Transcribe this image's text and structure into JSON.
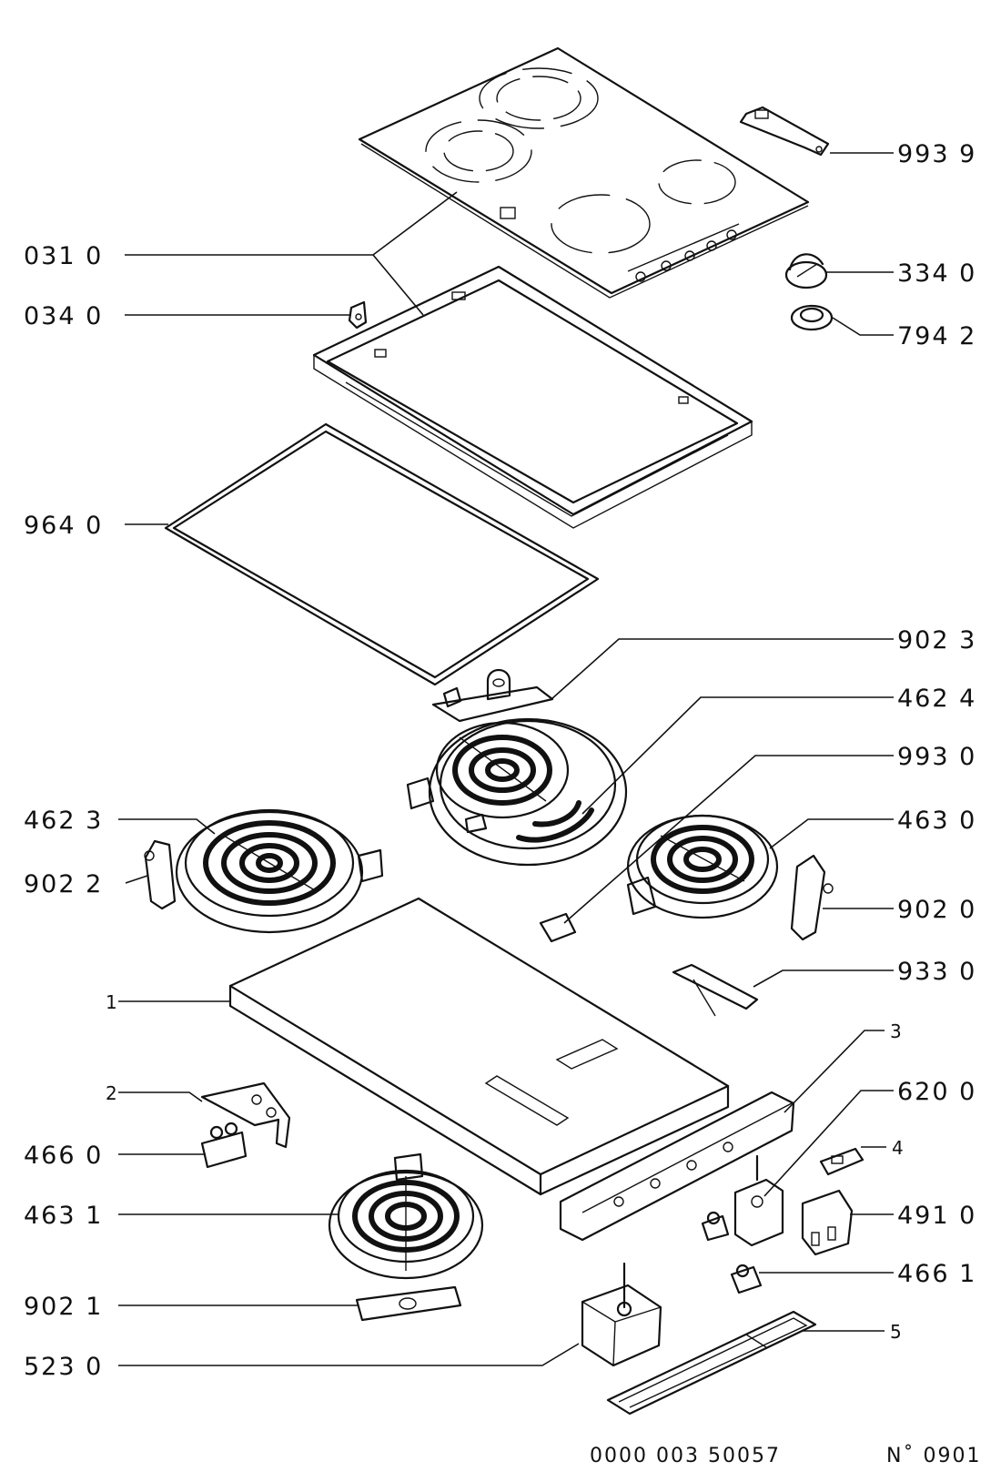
{
  "labels": {
    "l_9939": "993  9",
    "l_3340": "334  0",
    "l_7942": "794  2",
    "l_0310": "031  0",
    "l_0340": "034  0",
    "l_9640": "964  0",
    "l_9023": "902  3",
    "l_4624": "462  4",
    "l_9930": "993  0",
    "l_4623": "462  3",
    "l_4630": "463  0",
    "l_9022": "902  2",
    "l_9020": "902  0",
    "l_9330": "933  0",
    "l_1": "1",
    "l_3": "3",
    "l_6200": "620  0",
    "l_2": "2",
    "l_4": "4",
    "l_4660": "466  0",
    "l_4910": "491  0",
    "l_4631": "463  1",
    "l_4661": "466  1",
    "l_9021": "902  1",
    "l_5": "5",
    "l_5230": "523  0"
  },
  "footer": {
    "code": "0000  003  50057",
    "sheet": "N˚ 0901"
  }
}
